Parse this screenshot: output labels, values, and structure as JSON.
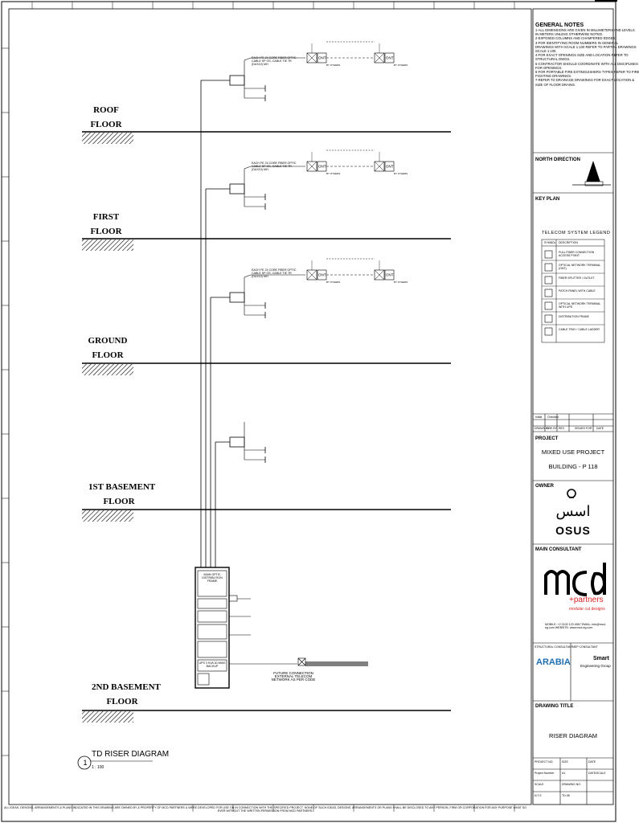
{
  "drawing": {
    "floors": [
      {
        "line1": "ROOF",
        "line2": "FLOOR"
      },
      {
        "line1": "FIRST",
        "line2": "FLOOR"
      },
      {
        "line1": "GROUND",
        "line2": "FLOOR"
      },
      {
        "line1": "1ST BASEMENT",
        "line2": "FLOOR"
      },
      {
        "line1": "2ND BASEMENT",
        "line2": "FLOOR"
      }
    ],
    "riser_note": "EACH FE 24 CORE FIBER OPTIC CABLE SP OS, CABLE TIE TR (DUX10) MH",
    "ont_label": "ONT",
    "splitter_label": "BY OTHERS",
    "equipment_main": "MAIN OPTIC DISTRIBUTION FRAME",
    "external_note": "FUTURE CONNECTION EXTERNAL TELECOM NETWORK AS PER CODE",
    "ups_label": "UPS 3 KVA 30 MINS BACKUP",
    "title": "TD RISER DIAGRAM",
    "scale": "1 : 100",
    "callout_number": "1"
  },
  "notes": {
    "title": "GENERAL NOTES",
    "lines": [
      "1-ALL DIMENSIONS ARE GIVEN IN MILLIMETERS AND LEVELS",
      "IN METERS UNLESS OTHERWISE NOTED.",
      "2-EXPOSED COLUMNS AND CHAMFERED EDGES.",
      "3-FOR IDENTIFYING ROOM NUMBERS IN GENERAL",
      "DRAWINGS WITH SCALE 1:100 REFER TO PARTIAL DRAWINGS",
      "SCALE 1:100.",
      "4-FOR EXACT OPENINGS SIZE AND LOCATION REFER TO",
      "STRUCTURAL DWGS.",
      "5-CONTRACTOR SHOULD COORDINATE WITH ALL DISCIPLINES",
      "FOR OPENINGS.",
      "6-FOR PORTABLE FIRE EXTINGUISHERS TYPES REFER TO FIRE",
      "FIGHTING DRAWINGS.",
      "7-REFER TO DRAINAGE DRAWINGS FOR EXACT LOCATION &",
      "SIZE OF FLOOR DRAINS."
    ]
  },
  "north_direction": "NORTH DIRECTION",
  "key_plan": "KEY PLAN",
  "legend": {
    "title": "TELECOM SYSTEM LEGEND",
    "header": [
      "SYMBOL",
      "DESCRIPTION"
    ],
    "rows": [
      "FULL FIBER CONNECTION ACCESS POINT",
      "OPTICAL NETWORK TERMINAL (ONT)",
      "FIBER SPLITTER / OUTLET",
      "PATCH PANEL WITH CABLE",
      "OPTICAL NETWORK TERMINAL WITH UPS",
      "DISTRIBUTION FRAME",
      "CABLE TRAY / CABLE LADDER"
    ]
  },
  "revision": {
    "row1": [
      "Initial",
      "Checked"
    ],
    "headers": [
      "DRAWN BY",
      "CHK BY",
      "REV",
      "ISSUED FOR",
      "DATE"
    ]
  },
  "project": {
    "label": "PROJECT",
    "line1": "MIXED USE PROJECT",
    "line2": "BUILDING - P 118"
  },
  "owner": {
    "label": "OWNER",
    "arabic": "اسس",
    "name": "OSUS"
  },
  "consultant": {
    "label": "MAIN CONSULTANT",
    "logo": "mcd",
    "partners": "+partners",
    "tagline": "modular cut designs",
    "contact": "MOBILE: +2 0100 123 4567 EMAIL: info@mcd-eg.com WEBSITE: www.mcd-eg.com"
  },
  "sub_consultants": {
    "structural_label": "STRUCTURAL CONSULTANT",
    "mep_label": "MEP CONSULTANT",
    "structural_name": "ARABIA",
    "mep_name": "Smart",
    "mep_sub": "Engineering Group"
  },
  "drawing_title": {
    "label": "DRAWING TITLE",
    "value": "RISER DIAGRAM"
  },
  "info_table": {
    "labels": [
      "PROJECT NO.",
      "SIZE",
      "DATE",
      "Project Number",
      "A1",
      "DATE/SCALE",
      "SCALE",
      "DRAWING NO.",
      "",
      "N.T.S",
      "TD-08",
      ""
    ]
  },
  "footer": "ALL IDEAS, DESIGNS, ARRANGEMENTS & PLANS INDICATED IN THIS DRAWING ARE OWNED BY & PROPERTY OF MCD PARTNERS & WERE DEVELOPED FOR USE ON IN CONNECTION WITH THE SPECIFIED PROJECT. NONE OF SUCH IDEAS, DESIGNS, ARRANGEMENTS OR PLANS SHALL BE DISCLOSED TO ANY PERSON, FIRM OR CORPORATION FOR ANY PURPOSE WHAT SO EVER WITHOUT THE WRITTEN PERMISSION FROM MCD PARTNERS.",
  "colors": {
    "line": "#000000",
    "accent": "#1f6fb2",
    "red": "#d22"
  }
}
